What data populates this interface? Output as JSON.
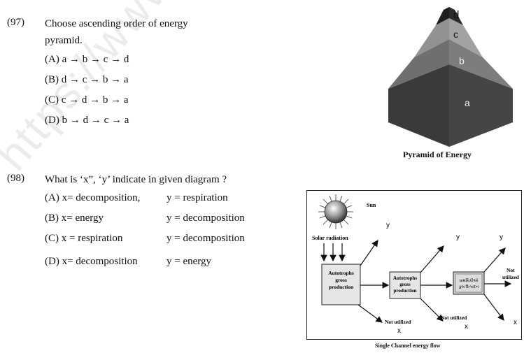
{
  "watermark": "https://www.studi",
  "q97": {
    "number": "(97)",
    "text_line1": "Choose ascending order of energy",
    "text_line2": "pyramid.",
    "options": [
      "(A) a → b → c → d",
      "(B) d → c → b → a",
      "(C) c → d → b → a",
      "(D) b → d → c → a"
    ]
  },
  "pyramid": {
    "labels": [
      "d",
      "c",
      "b",
      "a"
    ],
    "caption": "Pyramid of Energy",
    "colors": {
      "top": "#222222",
      "c": "#9a9a9a",
      "b": "#7a7a7a",
      "a": "#3d3d3d"
    }
  },
  "q98": {
    "number": "(98)",
    "text": "What is ‘x”, ‘y’ indicate in given diagram ?",
    "options": [
      {
        "left": "(A) x= decomposition,",
        "right": "y = respiration"
      },
      {
        "left": "(B) x= energy",
        "right": "y = decomposition"
      },
      {
        "left": "(C) x = respiration",
        "right": "y = decomposition"
      },
      {
        "left": "(D) x= decomposition",
        "right": "y = energy"
      }
    ]
  },
  "flow": {
    "sun": "Sun",
    "solar": "Solar radiation",
    "box1": [
      "Autotrophs",
      "gross",
      "production"
    ],
    "box2": [
      "Autotrophs",
      "gross",
      "production"
    ],
    "box3": [
      "પ્રાથમિકીઓ",
      "કુલ ઉત્પાદન"
    ],
    "y": "y",
    "x": "x",
    "not_utilized": "Not utilized",
    "not_line1": "Not",
    "not_line2": "utilized",
    "caption": "Single Channel energy flow"
  }
}
